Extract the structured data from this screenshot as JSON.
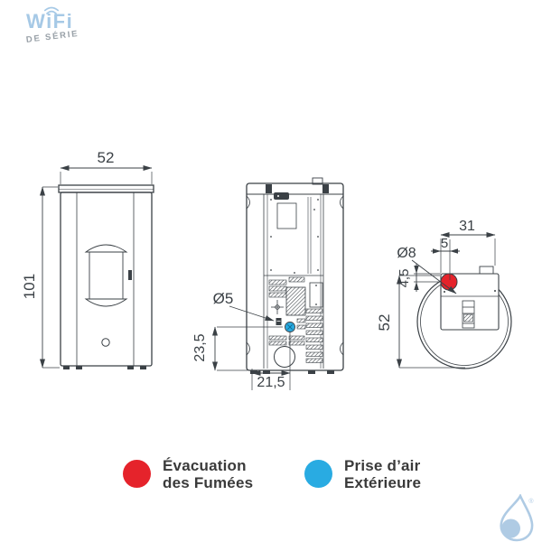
{
  "wifi_badge": {
    "title": "WiFi",
    "subtitle": "DE SÉRIE"
  },
  "dimensions": {
    "front": {
      "width": "52",
      "height": "101"
    },
    "rear": {
      "intake_diameter": "Ø5",
      "intake_height": "23,5",
      "intake_offset": "21,5"
    },
    "top": {
      "depth_to_flue": "31",
      "flue_side_offset": "5",
      "flue_diameter": "Ø8",
      "flue_inset": "4,5",
      "depth": "52"
    }
  },
  "legend": {
    "items": [
      {
        "id": "smoke",
        "color": "#E5232B",
        "lines": [
          "Évacuation",
          "des Fumées"
        ]
      },
      {
        "id": "air",
        "color": "#29ABE2",
        "lines": [
          "Prise d’air",
          "Extérieure"
        ]
      }
    ]
  },
  "brand": {
    "registered": "®"
  },
  "colors": {
    "line": "#3B4146",
    "red": "#E5232B",
    "blue": "#29ABE2",
    "wifi": "#A6C9E6",
    "wifi_sub": "#99A1A8",
    "drop": "#AFCBE4",
    "legend_text": "#3A3A3A"
  }
}
